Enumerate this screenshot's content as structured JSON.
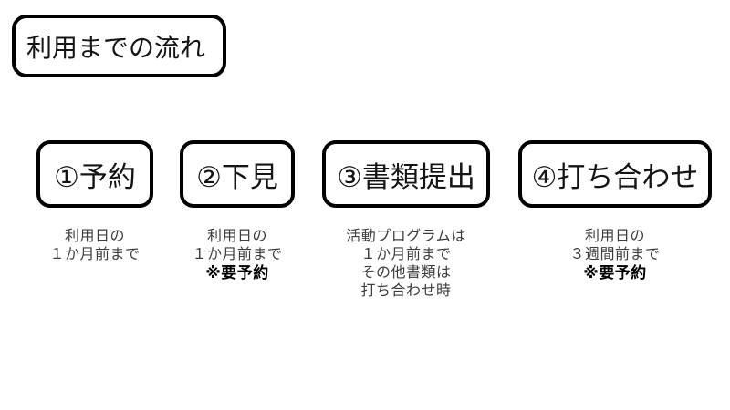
{
  "title": {
    "text": "利用までの流れ"
  },
  "steps": [
    {
      "label": "①予約",
      "desc": [
        "利用日の",
        "１か月前まで"
      ]
    },
    {
      "label": "②下見",
      "desc": [
        "利用日の",
        "１か月前まで"
      ],
      "note": "※要予約"
    },
    {
      "label": "③書類提出",
      "desc": [
        "活動プログラムは",
        "１か月前まで",
        "その他書類は",
        "打ち合わせ時"
      ]
    },
    {
      "label": "④打ち合わせ",
      "desc": [
        "利用日の",
        "３週間前まで"
      ],
      "note": "※要予約"
    }
  ],
  "colors": {
    "background": "#ffffff",
    "box_border": "#000000",
    "title_text": "#141414",
    "label_text": "#141414",
    "desc_text": "#3d3d3d",
    "note_text": "#000000"
  }
}
